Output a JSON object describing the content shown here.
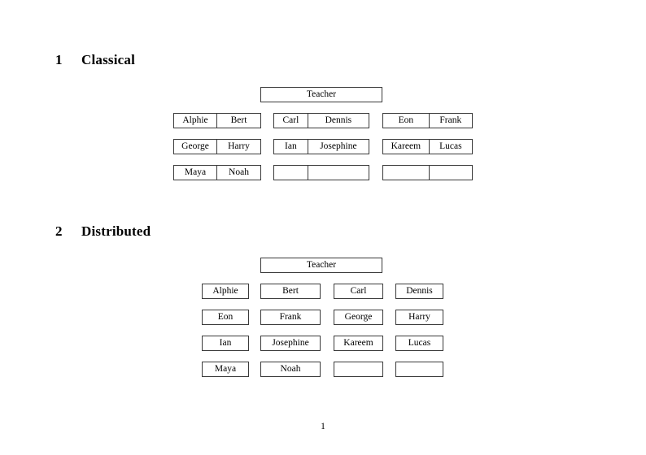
{
  "document": {
    "page_number": "1"
  },
  "sections": [
    {
      "number": "1",
      "title": "Classical",
      "teacher_label": "Teacher",
      "groups": [
        {
          "name": "left-group",
          "rows": [
            {
              "left": "Alphie",
              "right": "Bert"
            },
            {
              "left": "George",
              "right": "Harry"
            },
            {
              "left": "Maya",
              "right": "Noah"
            }
          ]
        },
        {
          "name": "middle-group",
          "rows": [
            {
              "left": "Carl",
              "right": "Dennis"
            },
            {
              "left": "Ian",
              "right": "Josephine"
            },
            {
              "left": "",
              "right": ""
            }
          ]
        },
        {
          "name": "right-group",
          "rows": [
            {
              "left": "Eon",
              "right": "Frank"
            },
            {
              "left": "Kareem",
              "right": "Lucas"
            },
            {
              "left": "",
              "right": ""
            }
          ]
        }
      ]
    },
    {
      "number": "2",
      "title": "Distributed",
      "teacher_label": "Teacher",
      "grid": [
        [
          "Alphie",
          "Bert",
          "Carl",
          "Dennis"
        ],
        [
          "Eon",
          "Frank",
          "George",
          "Harry"
        ],
        [
          "Ian",
          "Josephine",
          "Kareem",
          "Lucas"
        ],
        [
          "Maya",
          "Noah",
          "",
          ""
        ]
      ]
    }
  ]
}
